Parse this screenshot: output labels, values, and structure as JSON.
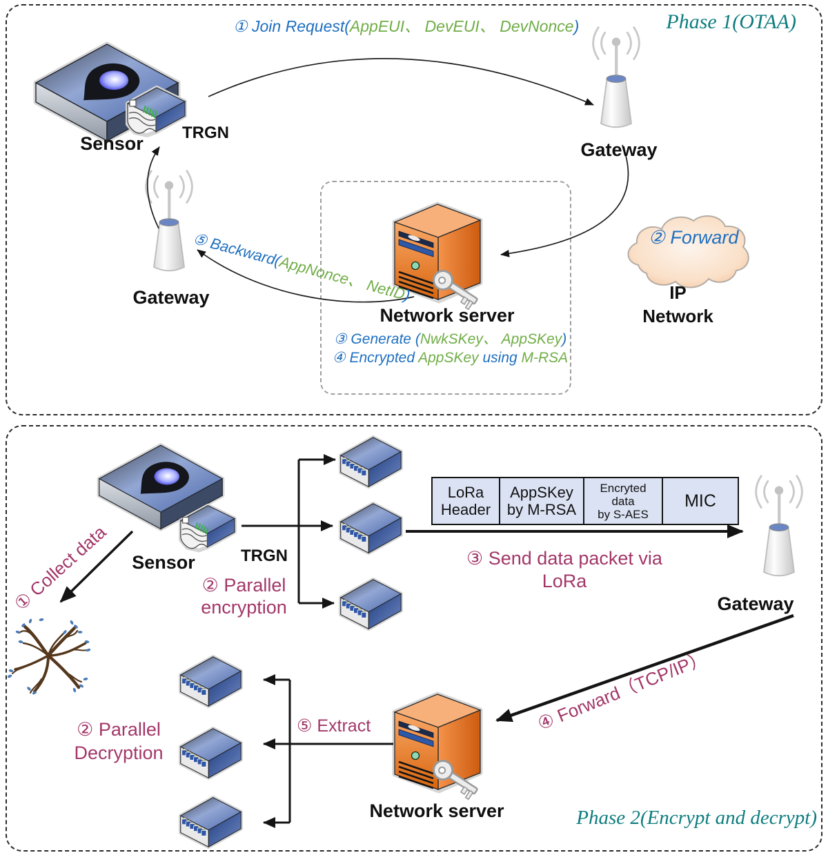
{
  "palette": {
    "annotation_blue": "#1E6FC0",
    "annotation_green": "#70AD47",
    "annotation_magenta": "#A23768",
    "phase_title_teal": "#0E7C7E",
    "packet_cell_fill": "#DBE2F3",
    "server_orange": "#ED7D31",
    "device_blue": "#5B77B8"
  },
  "icons": {
    "sensor": "sensor-device",
    "trgn": "trgn-module",
    "gateway": "antenna-tower",
    "network_server": "server-tower-with-key",
    "cloud": "ip-network-cloud",
    "switch": "parallel-crypto-module",
    "tree": "sensor-tree"
  },
  "phase1": {
    "title": "Phase 1(OTAA)",
    "nodes": {
      "sensor": "Sensor",
      "trgn": "TRGN",
      "gateway_top": "Gateway",
      "gateway_left": "Gateway",
      "network_server": "Network server",
      "ip_network": [
        "IP",
        "Network"
      ]
    },
    "annotations": {
      "join_request": {
        "segments": [
          {
            "t": "① Join Request(",
            "c": "blue"
          },
          {
            "t": "AppEUI、 DevEUI、 DevNonce",
            "c": "green"
          },
          {
            "t": ")",
            "c": "blue"
          }
        ]
      },
      "forward_cloud": "② Forward",
      "backward": {
        "segments": [
          {
            "t": "⑤ Backward(",
            "c": "blue"
          },
          {
            "t": "AppNonce、 NetID",
            "c": "green"
          },
          {
            "t": ")",
            "c": "blue"
          }
        ]
      },
      "generate": {
        "segments": [
          {
            "t": "③ Generate (",
            "c": "blue"
          },
          {
            "t": "NwkSKey、 AppSKey",
            "c": "green"
          },
          {
            "t": ")",
            "c": "blue"
          }
        ]
      },
      "encrypt_key": {
        "segments": [
          {
            "t": "④ Encrypted ",
            "c": "blue"
          },
          {
            "t": "AppSKey",
            "c": "green"
          },
          {
            "t": " using ",
            "c": "blue"
          },
          {
            "t": "M-RSA",
            "c": "green"
          }
        ]
      }
    }
  },
  "phase2": {
    "title": "Phase 2(Encrypt and decrypt)",
    "nodes": {
      "sensor": "Sensor",
      "trgn": "TRGN",
      "gateway": "Gateway",
      "network_server": "Network server"
    },
    "annotations": {
      "collect": "① Collect data",
      "parallel_encryption": [
        "② Parallel",
        "encryption"
      ],
      "send": [
        "③ Send data packet via",
        "LoRa"
      ],
      "forward": "④ Forward（TCP/IP）",
      "extract": "⑤ Extract",
      "parallel_decryption": [
        "② Parallel",
        "Decryption"
      ]
    },
    "packet_table": {
      "cells": [
        {
          "lines": [
            "LoRa",
            "Header"
          ]
        },
        {
          "lines": [
            "AppSKey",
            "by M-RSA"
          ]
        },
        {
          "lines": [
            "Encryted",
            "data",
            "by S-AES"
          ]
        },
        {
          "lines": [
            "MIC"
          ]
        }
      ]
    }
  }
}
